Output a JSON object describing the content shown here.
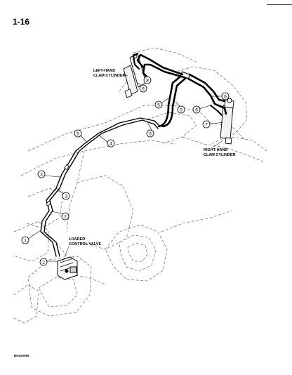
{
  "page": {
    "number": "1-16",
    "figure_code": "BH100095"
  },
  "labels": {
    "left_clam": [
      "LEFT-HAND",
      "CLAM CYLINDER"
    ],
    "right_clam": [
      "RIGHT-HAND",
      "CLAM CYLINDER"
    ],
    "loader_valve": [
      "LOADER",
      "CONTROL VALVE"
    ]
  },
  "callouts": {
    "c1": "1",
    "c2a": "2",
    "c2b": "2",
    "c3a": "3",
    "c3b": "3",
    "c4": "4",
    "c5a": "5",
    "c5b": "5",
    "c5c": "5",
    "c6a": "6",
    "c6b": "6",
    "c6c": "6",
    "c7": "7",
    "c8": "8",
    "c9": "9"
  }
}
